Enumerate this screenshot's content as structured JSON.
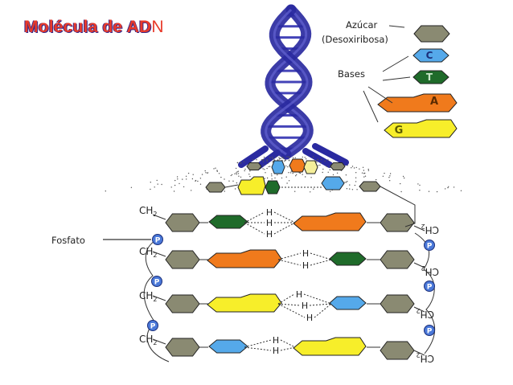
{
  "title": {
    "main": "Molécula de AD",
    "tail": "N"
  },
  "labels": {
    "sugar": "Azúcar",
    "sugar_sub": "(Desoxiribosa)",
    "bases": "Bases",
    "phosphate": "Fosfato"
  },
  "legend_bases": [
    {
      "letter": "C",
      "color": "#55a9ea"
    },
    {
      "letter": "T",
      "color": "#1f6b2a"
    },
    {
      "letter": "A",
      "color": "#f07a1c"
    },
    {
      "letter": "G",
      "color": "#f7ee2a"
    }
  ],
  "backbone": {
    "phosphate_letter": "P",
    "group": "CH",
    "group_sub": "2",
    "hydrogen": "H"
  },
  "colors": {
    "sugar": "#8a8a72",
    "helix": "#2a2aa0",
    "phosphate": "#4a78d8",
    "title": "#e83a2a"
  }
}
